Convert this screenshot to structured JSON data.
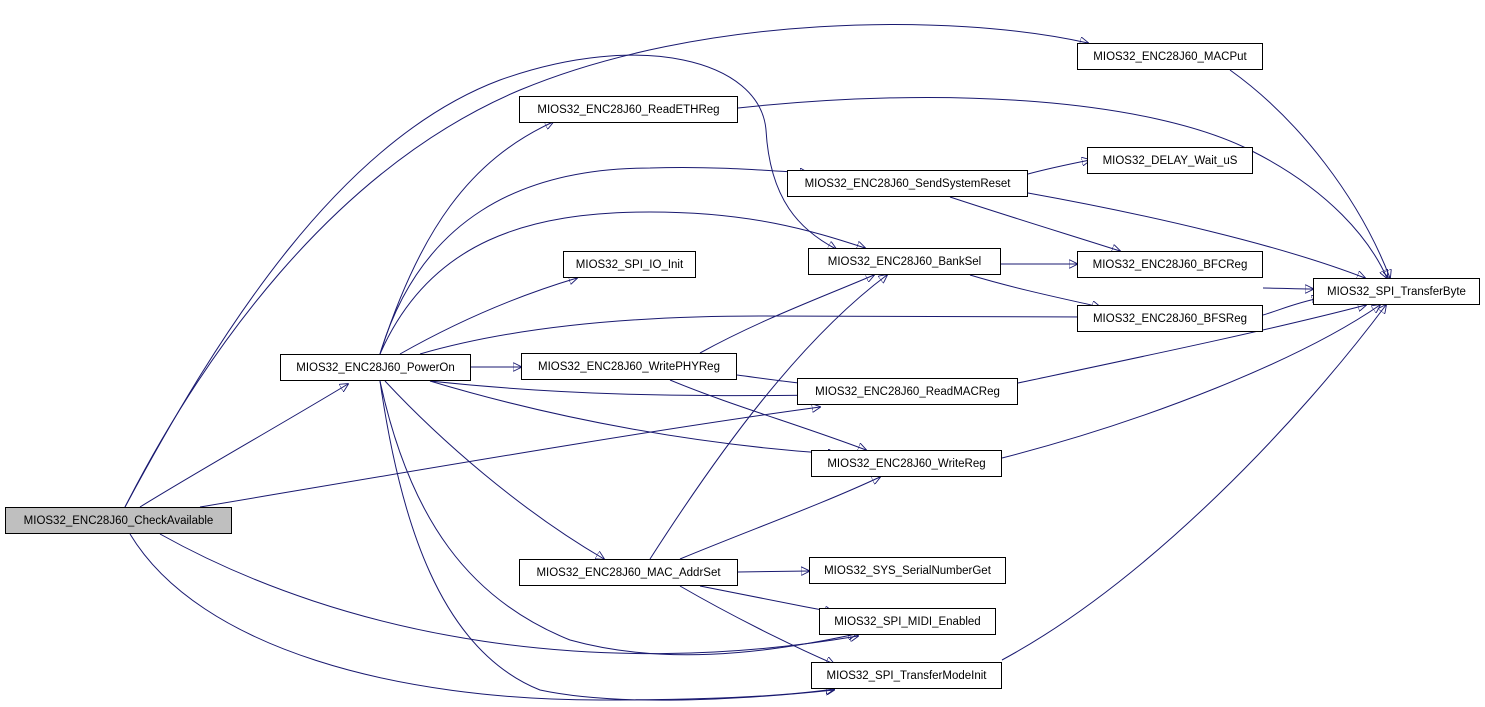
{
  "colors": {
    "edge": "#191970",
    "root_fill": "#bfbfbf",
    "node_fill": "#ffffff",
    "node_border": "#000000"
  },
  "nodes": {
    "check_available": "MIOS32_ENC28J60_CheckAvailable",
    "power_on": "MIOS32_ENC28J60_PowerOn",
    "read_eth_reg": "MIOS32_ENC28J60_ReadETHReg",
    "spi_io_init": "MIOS32_SPI_IO_Init",
    "write_phy_reg": "MIOS32_ENC28J60_WritePHYReg",
    "mac_addr_set": "MIOS32_ENC28J60_MAC_AddrSet",
    "send_system_reset": "MIOS32_ENC28J60_SendSystemReset",
    "bank_sel": "MIOS32_ENC28J60_BankSel",
    "read_mac_reg": "MIOS32_ENC28J60_ReadMACReg",
    "write_reg": "MIOS32_ENC28J60_WriteReg",
    "serial_number_get": "MIOS32_SYS_SerialNumberGet",
    "spi_midi_enabled": "MIOS32_SPI_MIDI_Enabled",
    "spi_transfer_mode_init": "MIOS32_SPI_TransferModeInit",
    "mac_put": "MIOS32_ENC28J60_MACPut",
    "delay_wait_us": "MIOS32_DELAY_Wait_uS",
    "bfc_reg": "MIOS32_ENC28J60_BFCReg",
    "bfs_reg": "MIOS32_ENC28J60_BFSReg",
    "spi_transfer_byte": "MIOS32_SPI_TransferByte"
  },
  "edges": [
    [
      "check_available",
      "power_on"
    ],
    [
      "check_available",
      "mac_put"
    ],
    [
      "check_available",
      "bank_sel"
    ],
    [
      "check_available",
      "read_mac_reg"
    ],
    [
      "check_available",
      "spi_midi_enabled"
    ],
    [
      "check_available",
      "spi_transfer_mode_init"
    ],
    [
      "power_on",
      "read_eth_reg"
    ],
    [
      "power_on",
      "send_system_reset"
    ],
    [
      "power_on",
      "bank_sel"
    ],
    [
      "power_on",
      "spi_io_init"
    ],
    [
      "power_on",
      "bfs_reg"
    ],
    [
      "power_on",
      "write_phy_reg"
    ],
    [
      "power_on",
      "read_mac_reg"
    ],
    [
      "power_on",
      "write_reg"
    ],
    [
      "power_on",
      "mac_addr_set"
    ],
    [
      "power_on",
      "spi_midi_enabled"
    ],
    [
      "power_on",
      "spi_transfer_mode_init"
    ],
    [
      "write_phy_reg",
      "bank_sel"
    ],
    [
      "write_phy_reg",
      "read_mac_reg"
    ],
    [
      "write_phy_reg",
      "write_reg"
    ],
    [
      "mac_addr_set",
      "bank_sel"
    ],
    [
      "mac_addr_set",
      "write_reg"
    ],
    [
      "mac_addr_set",
      "serial_number_get"
    ],
    [
      "mac_addr_set",
      "spi_midi_enabled"
    ],
    [
      "mac_addr_set",
      "spi_transfer_mode_init"
    ],
    [
      "read_eth_reg",
      "spi_transfer_byte"
    ],
    [
      "send_system_reset",
      "delay_wait_us"
    ],
    [
      "send_system_reset",
      "bfc_reg"
    ],
    [
      "send_system_reset",
      "spi_transfer_byte"
    ],
    [
      "bank_sel",
      "bfc_reg"
    ],
    [
      "bank_sel",
      "bfs_reg"
    ],
    [
      "read_mac_reg",
      "spi_transfer_byte"
    ],
    [
      "write_reg",
      "spi_transfer_byte"
    ],
    [
      "spi_transfer_mode_init",
      "spi_transfer_byte"
    ],
    [
      "mac_put",
      "spi_transfer_byte"
    ],
    [
      "bfc_reg",
      "spi_transfer_byte"
    ],
    [
      "bfs_reg",
      "spi_transfer_byte"
    ]
  ]
}
